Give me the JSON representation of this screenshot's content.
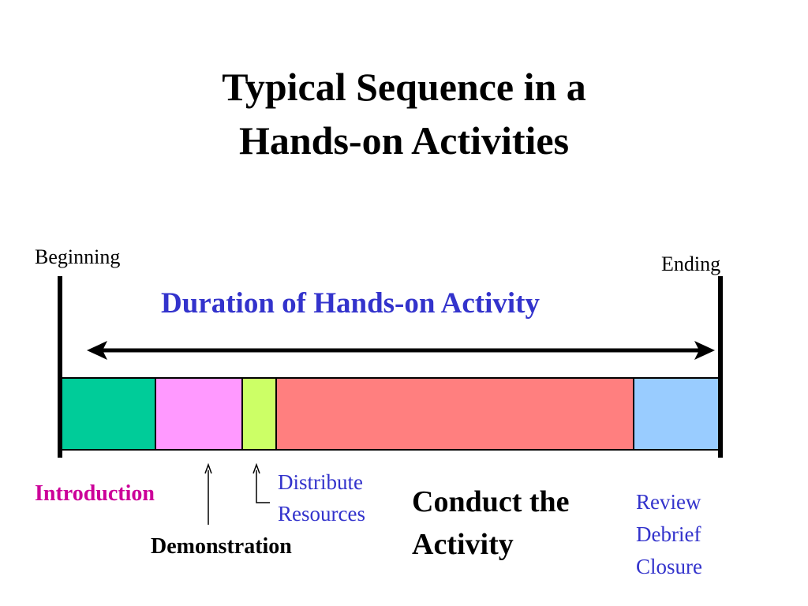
{
  "title": {
    "line1": "Typical Sequence in a",
    "line2": "Hands-on Activities"
  },
  "timeline": {
    "start_label": "Beginning",
    "end_label": "Ending",
    "duration_label": "Duration of Hands-on Activity"
  },
  "segments": [
    {
      "name": "introduction",
      "color": "#00cc99"
    },
    {
      "name": "demonstration",
      "color": "#ff99ff"
    },
    {
      "name": "distribute-resources",
      "color": "#ccff66"
    },
    {
      "name": "conduct-activity",
      "color": "#ff7f7f"
    },
    {
      "name": "review-debrief-closure",
      "color": "#99ccff"
    }
  ],
  "labels": {
    "introduction": "Introduction",
    "demonstration": "Demonstration",
    "distribute": [
      "Distribute",
      "Resources"
    ],
    "conduct": [
      "Conduct the",
      "Activity"
    ],
    "review": [
      "Review",
      "Debrief",
      "Closure"
    ]
  },
  "colors": {
    "blue_text": "#3333cc",
    "magenta_text": "#cc0099"
  }
}
